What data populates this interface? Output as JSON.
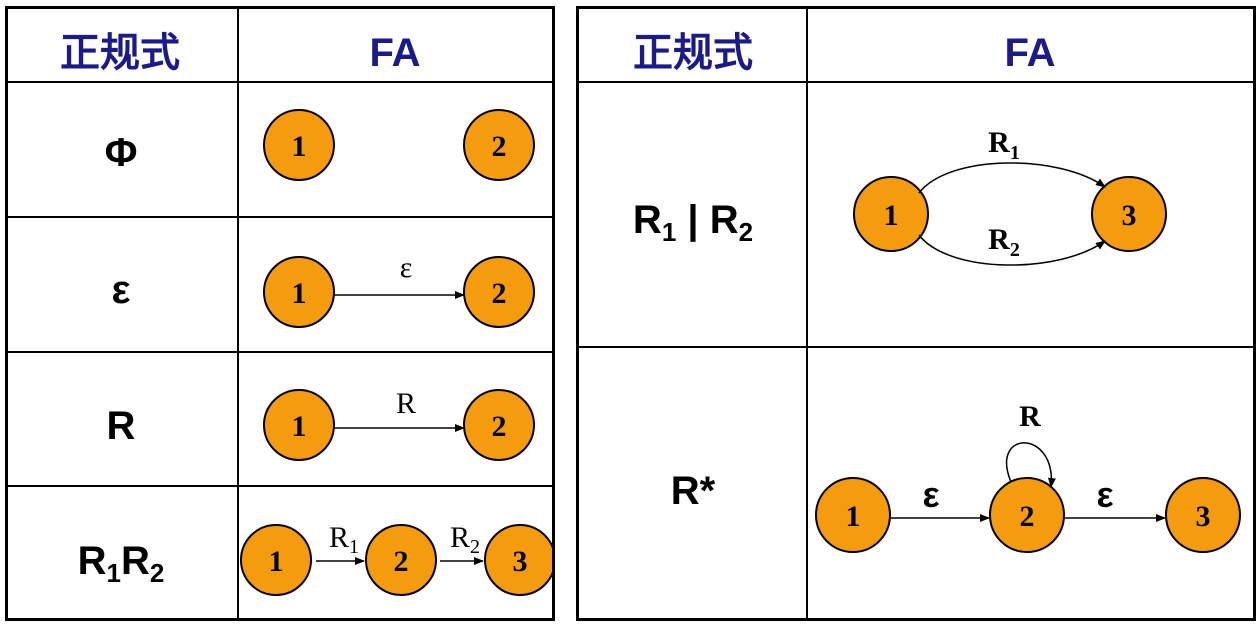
{
  "headers": {
    "regex_col": "正规式",
    "fa_col": "FA"
  },
  "rows_left": [
    {
      "regex": "Φ",
      "nodes": [
        "1",
        "2"
      ],
      "edge_labels": []
    },
    {
      "regex": "ε",
      "nodes": [
        "1",
        "2"
      ],
      "edge_labels": [
        "ε"
      ]
    },
    {
      "regex": "R",
      "nodes": [
        "1",
        "2"
      ],
      "edge_labels": [
        "R"
      ]
    },
    {
      "regex": {
        "a": "R",
        "a_sub": "1",
        "b": "R",
        "b_sub": "2"
      },
      "nodes": [
        "1",
        "2",
        "3"
      ],
      "edge_labels": [
        {
          "base": "R",
          "sub": "1"
        },
        {
          "base": "R",
          "sub": "2"
        }
      ]
    }
  ],
  "rows_right": [
    {
      "regex": {
        "a": "R",
        "a_sub": "1",
        "sep": " | ",
        "b": "R",
        "b_sub": "2"
      },
      "nodes": [
        "1",
        "3"
      ],
      "edge_labels": [
        {
          "base": "R",
          "sub": "1"
        },
        {
          "base": "R",
          "sub": "2"
        }
      ]
    },
    {
      "regex": "R*",
      "nodes": [
        "1",
        "2",
        "3"
      ],
      "edge_labels": [
        "ε",
        "R",
        "ε"
      ]
    }
  ],
  "colors": {
    "header_text": "#1a1a8c",
    "node_fill": "#f59b0e",
    "border": "#000000"
  }
}
